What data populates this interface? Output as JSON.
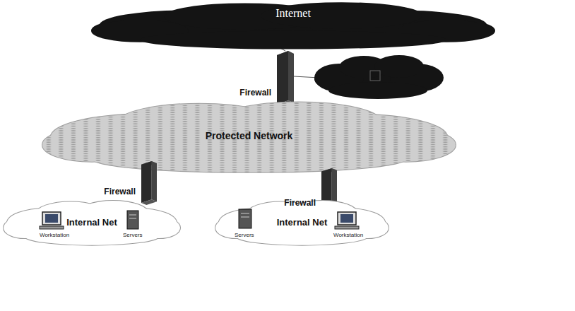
{
  "diagram": {
    "nodes": [
      {
        "text": [
          "Internet"
        ]
      },
      {
        "text": [
          "Firewall"
        ]
      },
      {
        "text": [
          "Protected Network"
        ]
      },
      {
        "text": [
          "Firewall"
        ]
      },
      {
        "text": [
          "Firewall"
        ]
      },
      {
        "text": [
          "Internal Net"
        ]
      },
      {
        "text": [
          "Internal Net"
        ]
      }
    ],
    "edges": [
      {
        "from": 0,
        "to": 1,
        "arrow": "none"
      }
    ],
    "labels": [
      "Workstation",
      "Servers",
      "Servers",
      "Workstation"
    ]
  }
}
